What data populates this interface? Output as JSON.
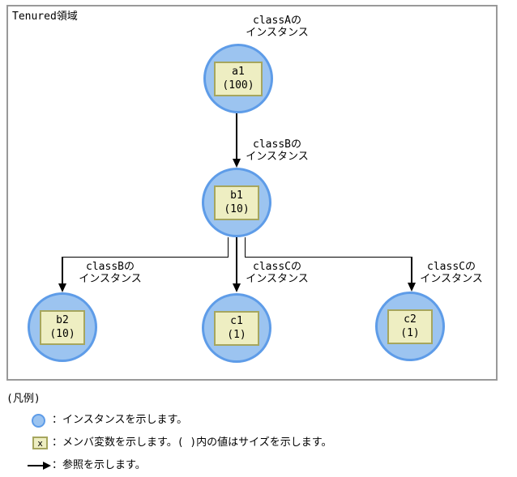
{
  "region": {
    "label": "Tenured領域"
  },
  "class_labels": [
    {
      "line1": "classAの",
      "line2": "インスタンス"
    },
    {
      "line1": "classBの",
      "line2": "インスタンス"
    },
    {
      "line1": "classBの",
      "line2": "インスタンス"
    },
    {
      "line1": "classCの",
      "line2": "インスタンス"
    },
    {
      "line1": "classCの",
      "line2": "インスタンス"
    }
  ],
  "instances": [
    {
      "id": "a1",
      "var": "a1",
      "size": "(100)"
    },
    {
      "id": "b1",
      "var": "b1",
      "size": "(10)"
    },
    {
      "id": "b2",
      "var": "b2",
      "size": "(10)"
    },
    {
      "id": "c1",
      "var": "c1",
      "size": "(1)"
    },
    {
      "id": "c2",
      "var": "c2",
      "size": "(1)"
    }
  ],
  "legend": {
    "title": "(凡例)",
    "items": [
      {
        "icon": "instance-circle-icon",
        "text": "：インスタンスを示します。"
      },
      {
        "icon": "member-variable-icon",
        "icon_label": "x",
        "text": "：メンバ変数を示します。( )内の値はサイズを示します。"
      },
      {
        "icon": "reference-arrow-icon",
        "text": "：参照を示します。"
      }
    ]
  },
  "colors": {
    "instance_fill": "#9cc4f0",
    "instance_border": "#5e9ce8",
    "member_fill": "#eeeec2",
    "member_border": "#a6a65e",
    "frame_border": "#999999",
    "line_color": "#000000"
  }
}
